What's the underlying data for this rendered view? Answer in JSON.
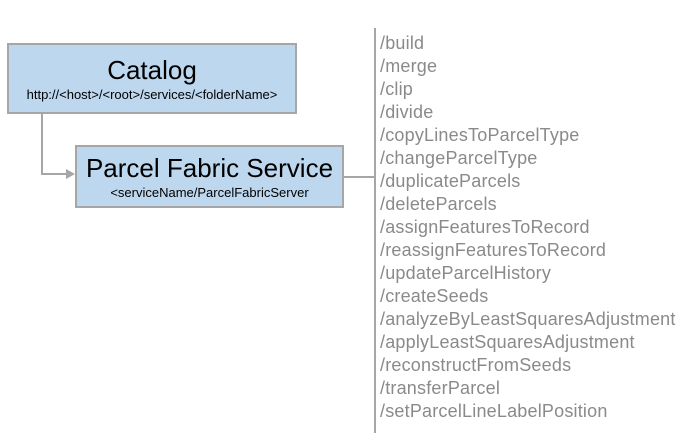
{
  "diagram": {
    "catalog": {
      "title": "Catalog",
      "subtitle": "http://<host>/<root>/services/<folderName>"
    },
    "service": {
      "title": "Parcel Fabric Service",
      "subtitle": "<serviceName/ParcelFabricServer"
    },
    "endpoints": [
      "/build",
      "/merge",
      "/clip",
      "/divide",
      "/copyLinesToParcelType",
      "/changeParcelType",
      "/duplicateParcels",
      "/deleteParcels",
      "/assignFeaturesToRecord",
      "/reassignFeaturesToRecord",
      "/updateParcelHistory",
      "/createSeeds",
      "/analyzeByLeastSquaresAdjustment",
      "/applyLeastSquaresAdjustment",
      "/reconstructFromSeeds",
      "/transferParcel",
      "/setParcelLineLabelPosition"
    ],
    "colors": {
      "box_fill": "#bdd7ee",
      "box_border": "#a6a6a6",
      "connector": "#a6a6a6",
      "endpoint_text": "#8a8a8a",
      "title_text": "#000000"
    }
  }
}
